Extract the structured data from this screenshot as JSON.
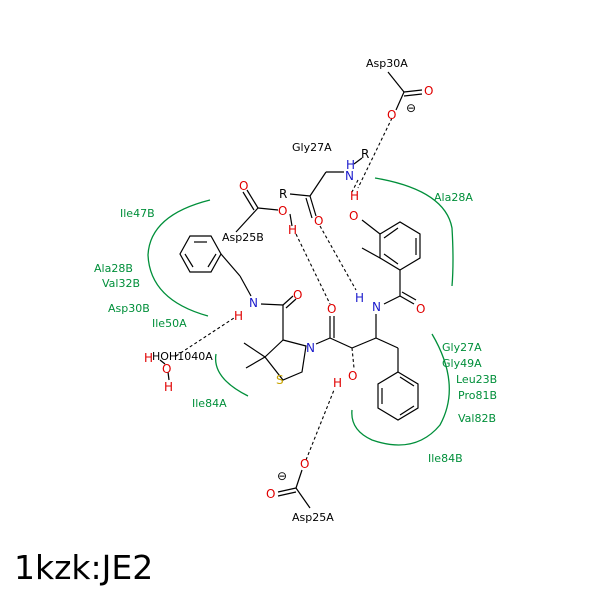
{
  "title": "1kzk:JE2",
  "residues": {
    "asp30a": "Asp30A",
    "gly27a_top": "Gly27A",
    "ala28a": "Ala28A",
    "ile47b": "Ile47B",
    "asp25b": "Asp25B",
    "ala28b": "Ala28B",
    "val32b": "Val32B",
    "asp30b": "Asp30B",
    "ile50a": "Ile50A",
    "hoh": "HOH1040A",
    "ile84a": "Ile84A",
    "gly27a": "Gly27A",
    "gly49a": "Gly49A",
    "leu23b": "Leu23B",
    "pro81b": "Pro81B",
    "val82b": "Val82B",
    "ile84b": "Ile84B",
    "asp25a": "Asp25A"
  },
  "atoms": {
    "O": "O",
    "N": "N",
    "H": "H",
    "S": "S",
    "R": "R",
    "minus": "⊖"
  },
  "colors": {
    "oxygen": "#e00000",
    "nitrogen": "#1a1acc",
    "sulfur": "#c9a400",
    "residue": "#008f3a"
  }
}
